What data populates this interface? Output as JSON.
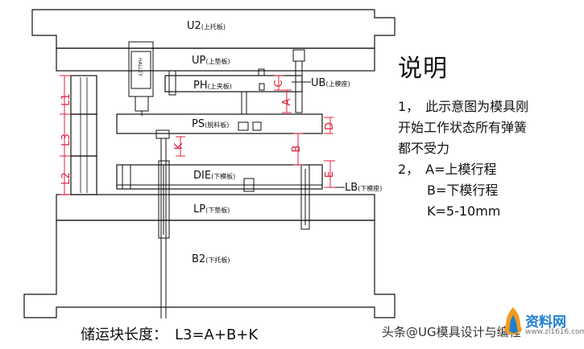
{
  "plates": {
    "u2": {
      "label": "U2",
      "sub": "(上托板)"
    },
    "up": {
      "label": "UP",
      "sub": "(上垫板)"
    },
    "ph": {
      "label": "PH",
      "sub": "(上夹板)"
    },
    "ps": {
      "label": "PS",
      "sub": "(脱料板)"
    },
    "die": {
      "label": "DIE",
      "sub": "(下模板)"
    },
    "lp": {
      "label": "LP",
      "sub": "(下垫板)"
    },
    "b2": {
      "label": "B2",
      "sub": "(下托板)"
    }
  },
  "callouts": {
    "ub": {
      "label": "UB",
      "sub": "(上模座)"
    },
    "lb": {
      "label": "LB",
      "sub": "(下模座)"
    }
  },
  "dimensions": {
    "l1": "L1",
    "l2": "L2",
    "l3": "L3",
    "a": "A",
    "b": "B",
    "c": "C",
    "d": "D",
    "e": "E",
    "k": "K"
  },
  "part_text": "HALLEY",
  "notes": {
    "title": "说明",
    "item1_line1": "1，　此示意图为模具刚",
    "item1_line2": "开始工作状态所有弹簧",
    "item1_line3": "都不受力",
    "item2_line1": "2，　A=上模行程",
    "item2_line2": "B=下模行程",
    "item2_line3": "K=5-10mm"
  },
  "formula": "储运块长度：　L3=A+B+K",
  "watermark": "头条@UG模具设计与编程",
  "logo": {
    "site": "资料网",
    "url": "www.zl1616.com"
  },
  "colors": {
    "line": "#111111",
    "dimension": "#e0203a"
  }
}
